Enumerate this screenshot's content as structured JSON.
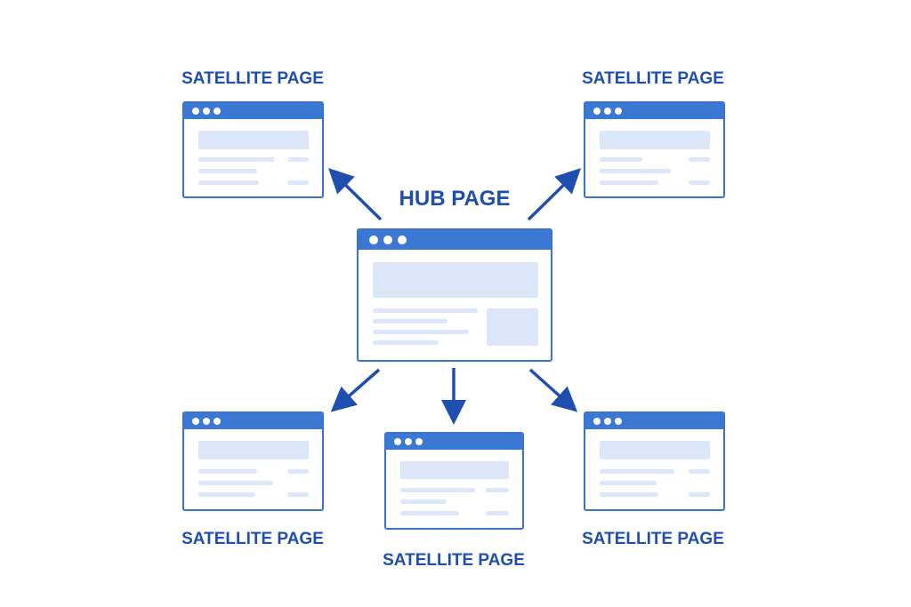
{
  "hub": {
    "label": "HUB PAGE"
  },
  "satellites": [
    {
      "label": "SATELLITE PAGE"
    },
    {
      "label": "SATELLITE PAGE"
    },
    {
      "label": "SATELLITE PAGE"
    },
    {
      "label": "SATELLITE PAGE"
    },
    {
      "label": "SATELLITE PAGE"
    }
  ],
  "colors": {
    "accent": "#3a78d3",
    "label": "#1f4fae",
    "arrow": "#1f4fae",
    "placeholder": "#dbe7f8"
  }
}
